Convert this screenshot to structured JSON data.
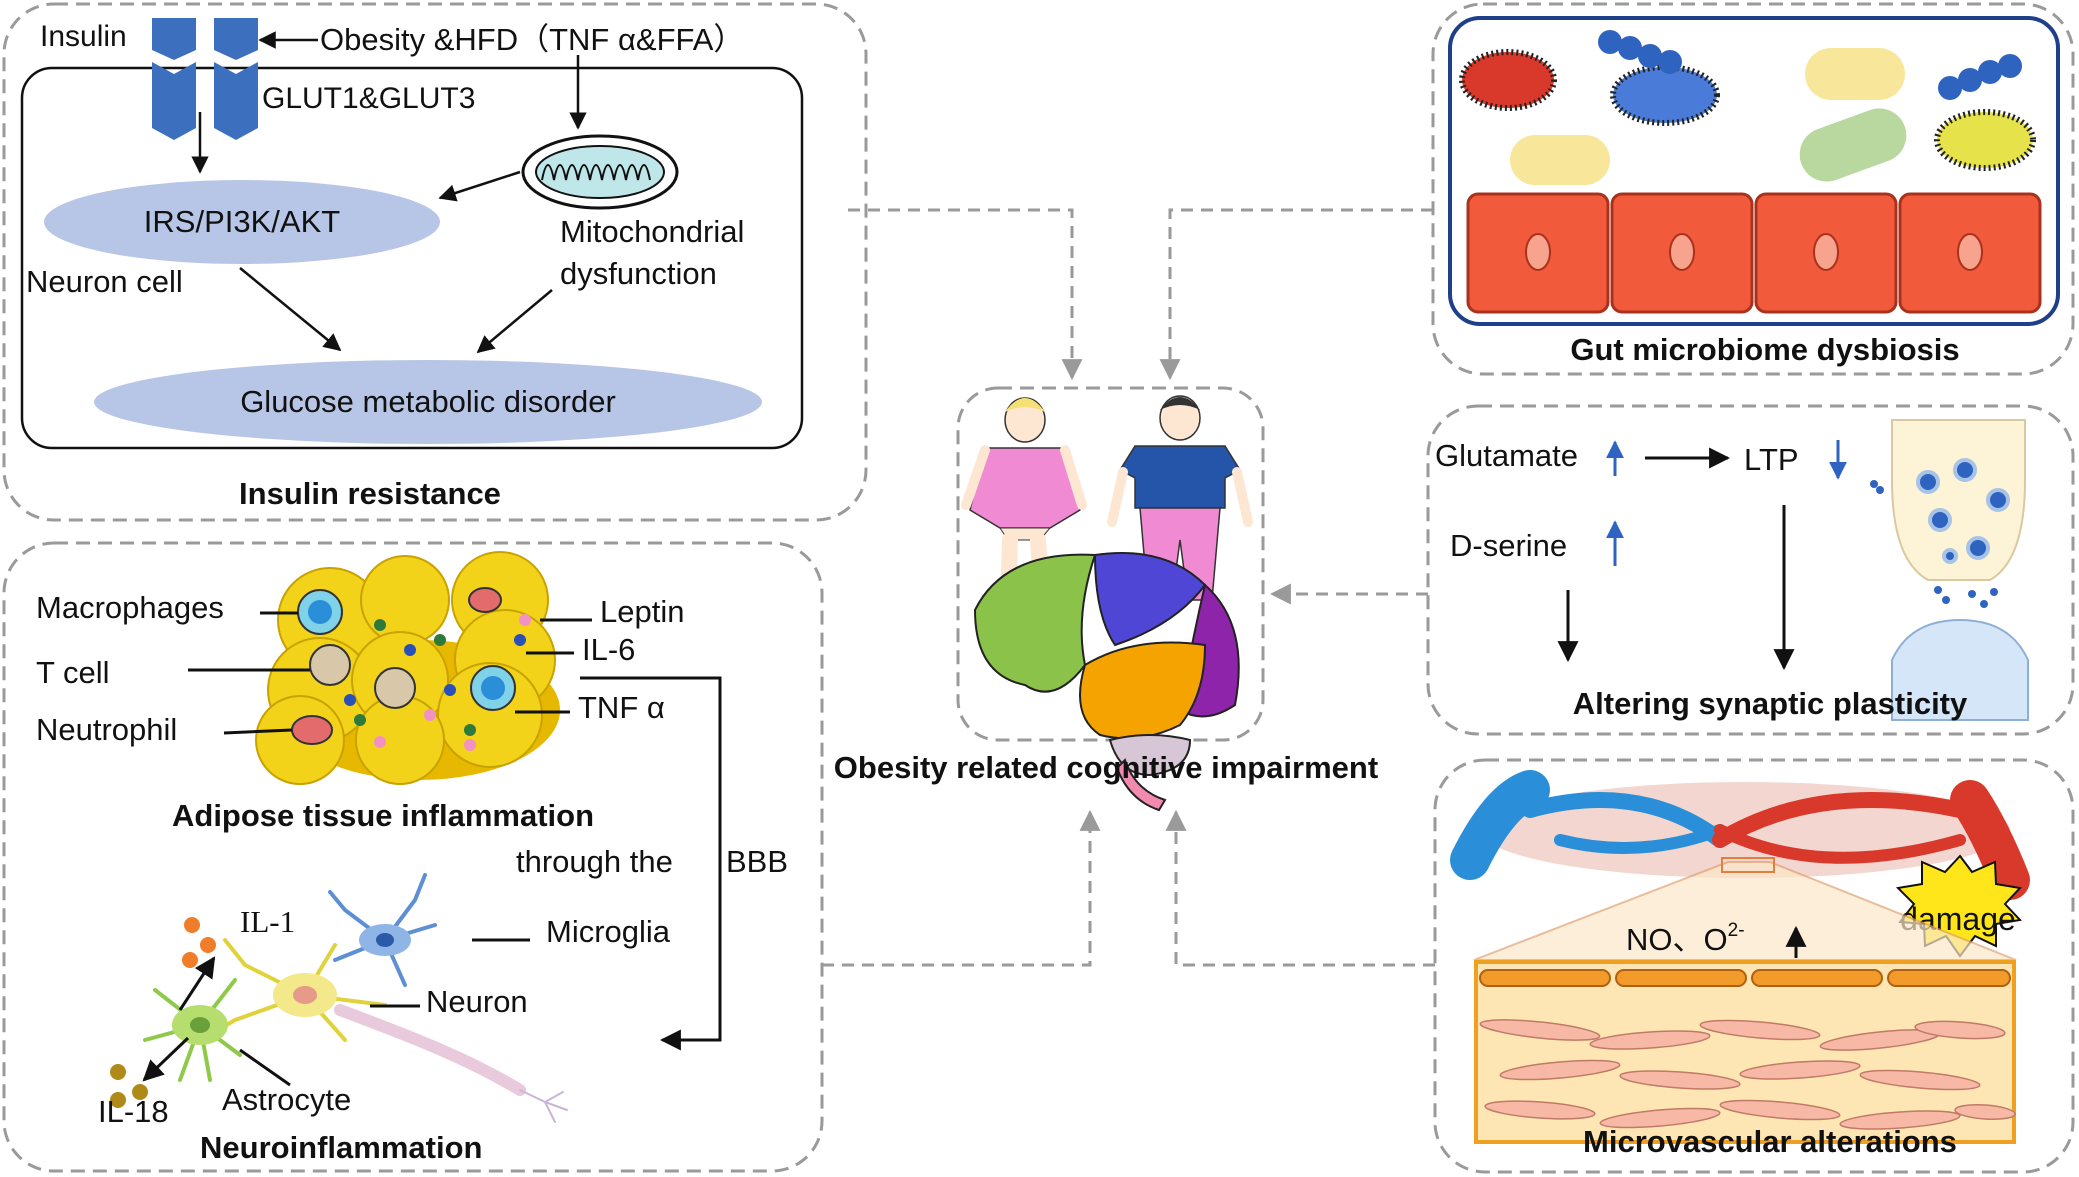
{
  "colors": {
    "dash": "#9a9a9a",
    "receptor": "#3d6fbf",
    "ellipse": "#b7c6e6",
    "gut_border": "#1e3f8a",
    "gut_cell": "#f25a3c",
    "fat": "#f3d21a",
    "vein": "#2a8fd8",
    "artery": "#d8392b",
    "damage": "#ffe61a",
    "arrow_blue": "#2f63c0"
  },
  "insulin": {
    "insulin_label": "Insulin",
    "obesity_label": "Obesity &HFD（TNF α&FFA）",
    "glut_label": "GLUT1&GLUT3",
    "irs_label": "IRS/PI3K/AKT",
    "mito_label_1": "Mitochondrial",
    "mito_label_2": "dysfunction",
    "neuron_cell_label": "Neuron cell",
    "glucose_label": "Glucose metabolic disorder",
    "title": "Insulin resistance"
  },
  "adipose": {
    "macrophages": "Macrophages",
    "t_cell": "T cell",
    "neutrophil": "Neutrophil",
    "leptin": "Leptin",
    "il6": "IL-6",
    "tnf": "TNF α",
    "title": "Adipose tissue inflammation",
    "through": "through the",
    "bbb": "BBB",
    "il1": "IL-1",
    "microglia": "Microglia",
    "neuron": "Neuron",
    "astrocyte": "Astrocyte",
    "il18": "IL-18",
    "neuro_title": "Neuroinflammation"
  },
  "center": {
    "title": "Obesity related cognitive impairment"
  },
  "gut": {
    "title": "Gut microbiome dysbiosis"
  },
  "synaptic": {
    "glutamate": "Glutamate",
    "ltp": "LTP",
    "dserine": "D-serine",
    "title": "Altering synaptic plasticity"
  },
  "micro": {
    "no": "NO、O",
    "sup": "2-",
    "damage": "damage",
    "title": "Microvascular alterations"
  }
}
